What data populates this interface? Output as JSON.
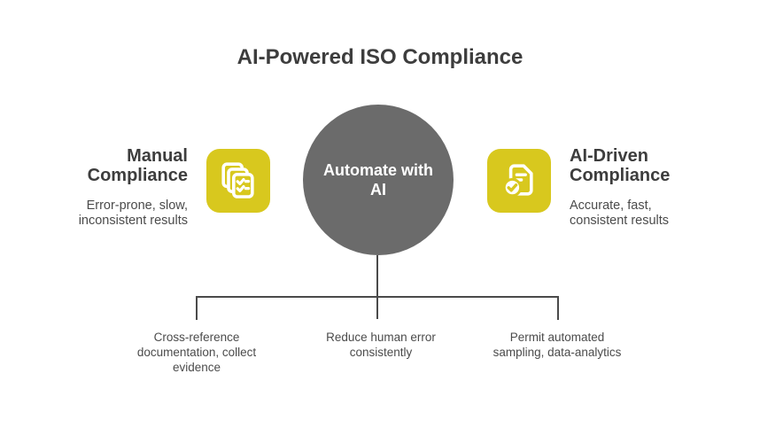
{
  "title": "AI-Powered ISO Compliance",
  "center": {
    "label_line1": "Automate with",
    "label_line2": "AI"
  },
  "left_side": {
    "heading_line1": "Manual",
    "heading_line2": "Compliance",
    "desc_line1": "Error-prone, slow,",
    "desc_line2": "inconsistent results",
    "icon": "checklist-stack-icon"
  },
  "right_side": {
    "heading_line1": "AI-Driven",
    "heading_line2": "Compliance",
    "desc_line1": "Accurate, fast,",
    "desc_line2": "consistent results",
    "icon": "document-check-icon"
  },
  "branches": [
    {
      "lines": [
        "Cross-reference",
        "documentation, collect",
        "evidence"
      ]
    },
    {
      "lines": [
        "Reduce human error",
        "consistently"
      ]
    },
    {
      "lines": [
        "Permit automated",
        "sampling, data-analytics"
      ]
    }
  ],
  "colors": {
    "accent_yellow": "#d8c81e",
    "circle_gray": "#6b6b6b",
    "heading_text": "#3d3d3d",
    "body_text": "#4b4b4b",
    "line": "#4a4a4a",
    "background": "#ffffff",
    "icon_glyph": "#ffffff"
  }
}
